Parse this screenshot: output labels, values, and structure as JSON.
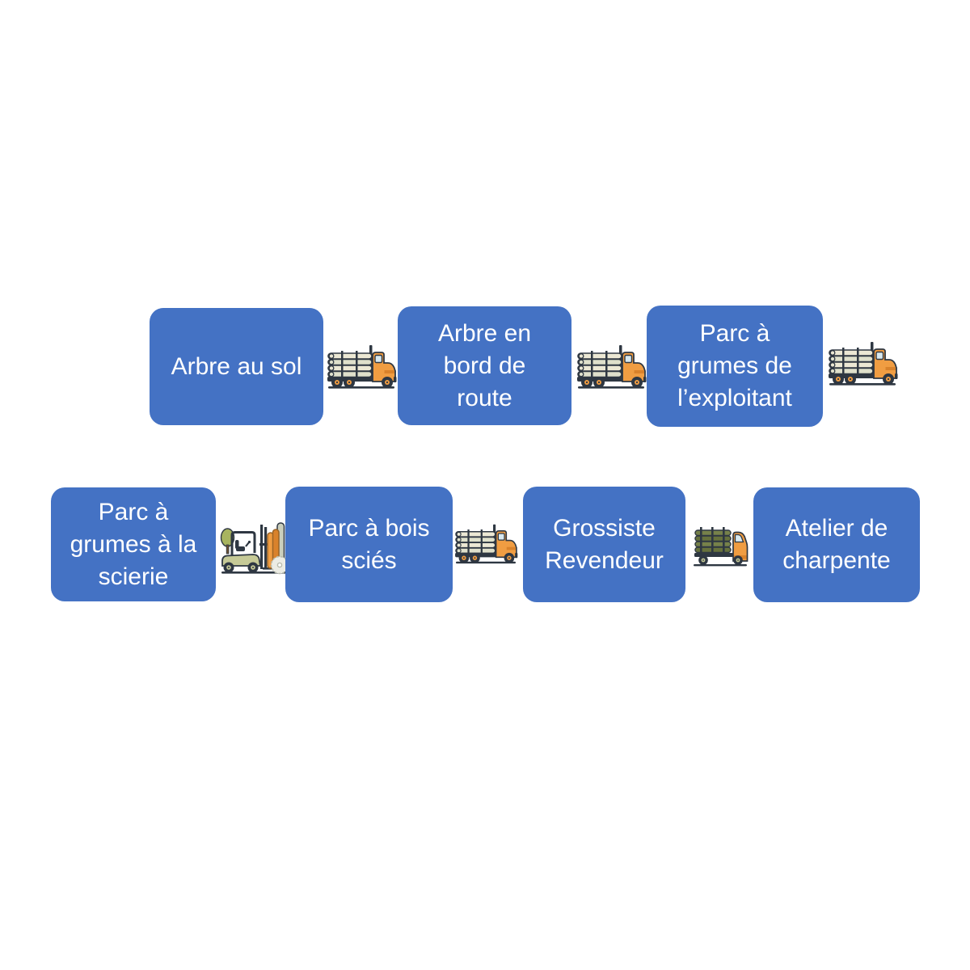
{
  "colors": {
    "background": "#FFFFFF",
    "box_fill": "#4472C4",
    "box_text": "#FFFFFF",
    "outline": "#2E3742",
    "cab_orange": "#F09D42",
    "cab_orange_dark": "#D9822B",
    "log_cream": "#ECE8D4",
    "log_cream_2": "#DFE0CB",
    "forklift_olive": "#C6CA97",
    "tree_green": "#A8B45F",
    "trunk_brown": "#6E5233",
    "van_log_green": "#76814A",
    "van_log_green_dark": "#66713C",
    "saw_gray": "#ECECE4",
    "window_light": "#D8E9F0"
  },
  "steps": [
    {
      "row": 1,
      "label": "Arbre au sol",
      "lines": [
        "Arbre au sol"
      ]
    },
    {
      "row": 1,
      "label": "Arbre en bord de route",
      "lines": [
        "Arbre en",
        "bord de",
        "route"
      ]
    },
    {
      "row": 1,
      "label": "Parc à grumes de l’exploitant",
      "lines": [
        "Parc à",
        "grumes de",
        "l’exploitant"
      ]
    },
    {
      "row": 2,
      "label": "Parc à grumes à la scierie",
      "lines": [
        "Parc à",
        "grumes à la",
        "scierie"
      ]
    },
    {
      "row": 2,
      "label": "Parc à bois sciés",
      "lines": [
        "Parc à bois",
        "sciés"
      ]
    },
    {
      "row": 2,
      "label": "Grossiste Revendeur",
      "lines": [
        "Grossiste",
        "Revendeur"
      ]
    },
    {
      "row": 2,
      "label": "Atelier de charpente",
      "lines": [
        "Atelier de",
        "charpente"
      ]
    }
  ],
  "connectors": [
    {
      "row": 1,
      "icon": "log-truck",
      "between": [
        "Arbre au sol",
        "Arbre en bord de route"
      ]
    },
    {
      "row": 1,
      "icon": "log-truck",
      "between": [
        "Arbre en bord de route",
        "Parc à grumes de l’exploitant"
      ]
    },
    {
      "row": 1,
      "icon": "log-truck",
      "between": [
        "Parc à grumes de l’exploitant",
        "Parc à grumes à la scierie"
      ]
    },
    {
      "row": 2,
      "icon": "forklift",
      "between": [
        "Parc à grumes à la scierie",
        "Parc à bois sciés"
      ]
    },
    {
      "row": 2,
      "icon": "log-truck",
      "between": [
        "Parc à bois sciés",
        "Grossiste Revendeur"
      ]
    },
    {
      "row": 2,
      "icon": "log-van",
      "between": [
        "Grossiste Revendeur",
        "Atelier de charpente"
      ]
    }
  ]
}
